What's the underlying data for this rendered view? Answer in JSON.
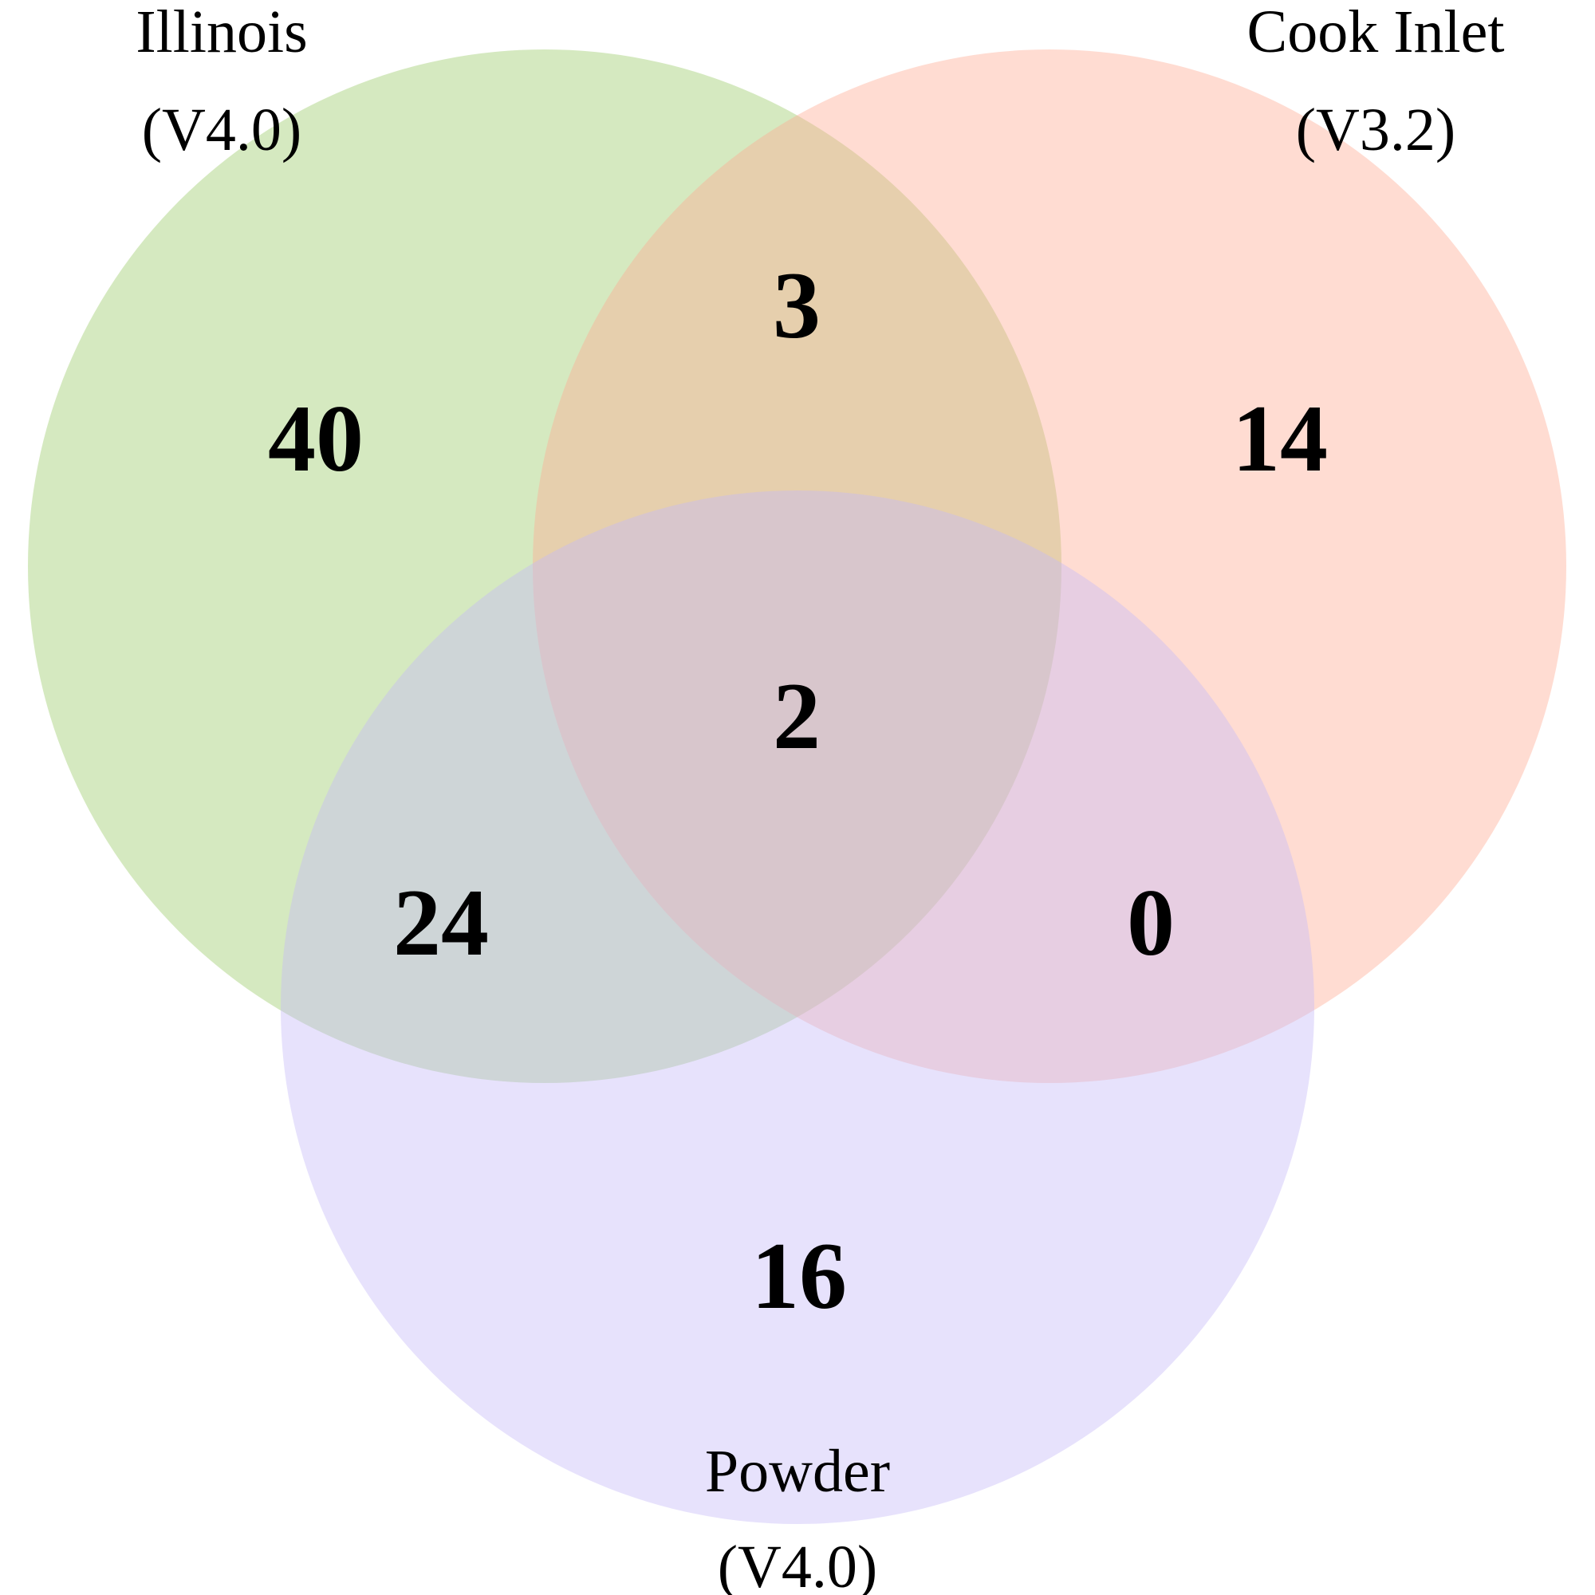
{
  "chart_data": {
    "type": "venn",
    "sets": [
      {
        "id": "A",
        "name_line1": "Illinois",
        "name_line2": "(V4.0)",
        "color": "#9CCB6A"
      },
      {
        "id": "B",
        "name_line1": "Cook Inlet",
        "name_line2": "(V3.2)",
        "color": "#FFAB94"
      },
      {
        "id": "C",
        "name_line1": "Powder",
        "name_line2": "(V4.0)",
        "color": "#C6B9F9"
      }
    ],
    "regions": [
      {
        "sets": [
          "A"
        ],
        "value": "40"
      },
      {
        "sets": [
          "B"
        ],
        "value": "14"
      },
      {
        "sets": [
          "C"
        ],
        "value": "16"
      },
      {
        "sets": [
          "A",
          "B"
        ],
        "value": "3"
      },
      {
        "sets": [
          "A",
          "C"
        ],
        "value": "24"
      },
      {
        "sets": [
          "B",
          "C"
        ],
        "value": "0"
      },
      {
        "sets": [
          "A",
          "B",
          "C"
        ],
        "value": "2"
      }
    ]
  }
}
